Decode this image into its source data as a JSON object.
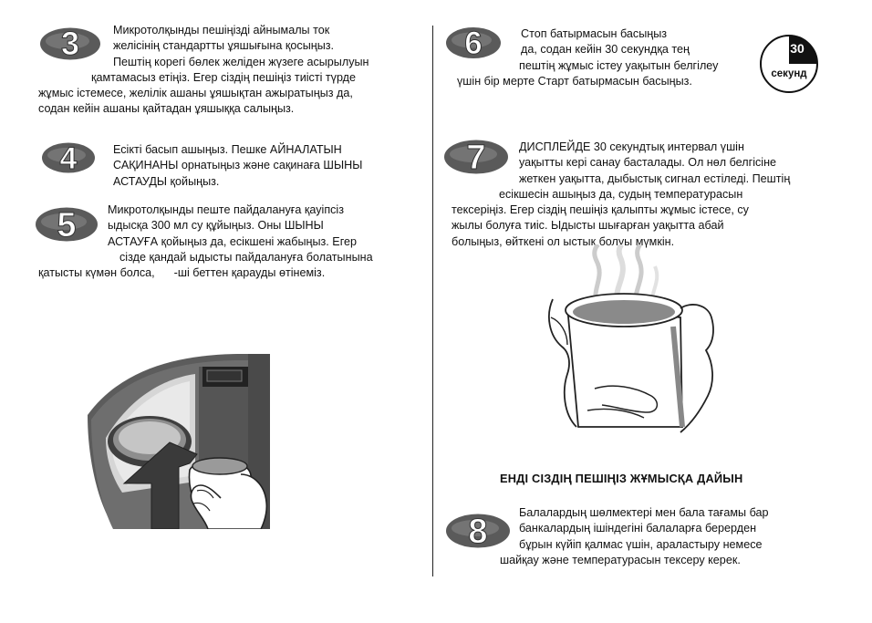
{
  "steps": {
    "s3": {
      "number": "3",
      "lines": [
        "Микротолқынды пешіңізді айнымалы ток",
        "желісінің стандартты ұяшығына қосыңыз.",
        "Пештің корегі бөлек желіден жүзеге асырылуын",
        "қамтамасыз етіңіз. Егер сіздің пешіңіз тиісті түрде",
        "жұмыс істемесе, желілік ашаны ұяшықтан ажыратыңыз да,",
        "содан кейін ашаны қайтадан ұяшыққа салыңыз."
      ]
    },
    "s4": {
      "number": "4",
      "lines": [
        "Есікті басып ашыңыз. Пешке АЙНАЛАТЫН",
        "САҚИНАНЫ орнатыңыз және сақинаға ШЫНЫ",
        "АСТАУДЫ қойыңыз."
      ]
    },
    "s5": {
      "number": "5",
      "lines": [
        "Микротолқынды пеште пайдалануға қауіпсіз",
        "ыдысқа 300 мл су құйыңыз. Оны ШЫНЫ",
        "АСТАУҒА қойыңыз да, есікшені жабыңыз. Егер",
        "сізде қандай ыдысты пайдалануға болатынына",
        "қатысты күмән болса,      -ші беттен қарауды өтінеміз."
      ]
    },
    "s6": {
      "number": "6",
      "lines": [
        "Стоп батырмасын басыңыз",
        "да, содан кейін 30 секундқа тең",
        "пештің жұмыс істеу уақытын белгілеу",
        "үшін бір мерте Старт батырмасын басыңыз."
      ]
    },
    "s7": {
      "number": "7",
      "lines": [
        "ДИСПЛЕЙДЕ 30 секундтық интервал үшін",
        "уақытты кері санау басталады. Ол нөл белгісіне",
        "жеткен уақытта, дыбыстық сигнал естіледі. Пештің",
        "есікшесін ашыңыз да, судың температурасын",
        "тексеріңіз. Егер сіздің пешіңіз қалыпты жұмыс істесе, су",
        "жылы болуға тиіс. Ыдысты шығарған уақытта абай",
        "болыңыз, өйткені ол ыстық болуы мүмкін."
      ]
    },
    "s8": {
      "number": "8",
      "lines": [
        "Балалардың шөлмектері мен бала тағамы бар",
        "банкалардың ішіндегіні балаларға берерден",
        "бұрын күйіп қалмас үшін, араластыру немесе",
        "шайқау және температурасын тексеру керек."
      ]
    }
  },
  "timer": {
    "value": "30",
    "unit": "секунд"
  },
  "ready_heading": "ЕНДІ СІЗДІҢ ПЕШІҢІЗ ЖҰМЫСҚА ДАЙЫН"
}
